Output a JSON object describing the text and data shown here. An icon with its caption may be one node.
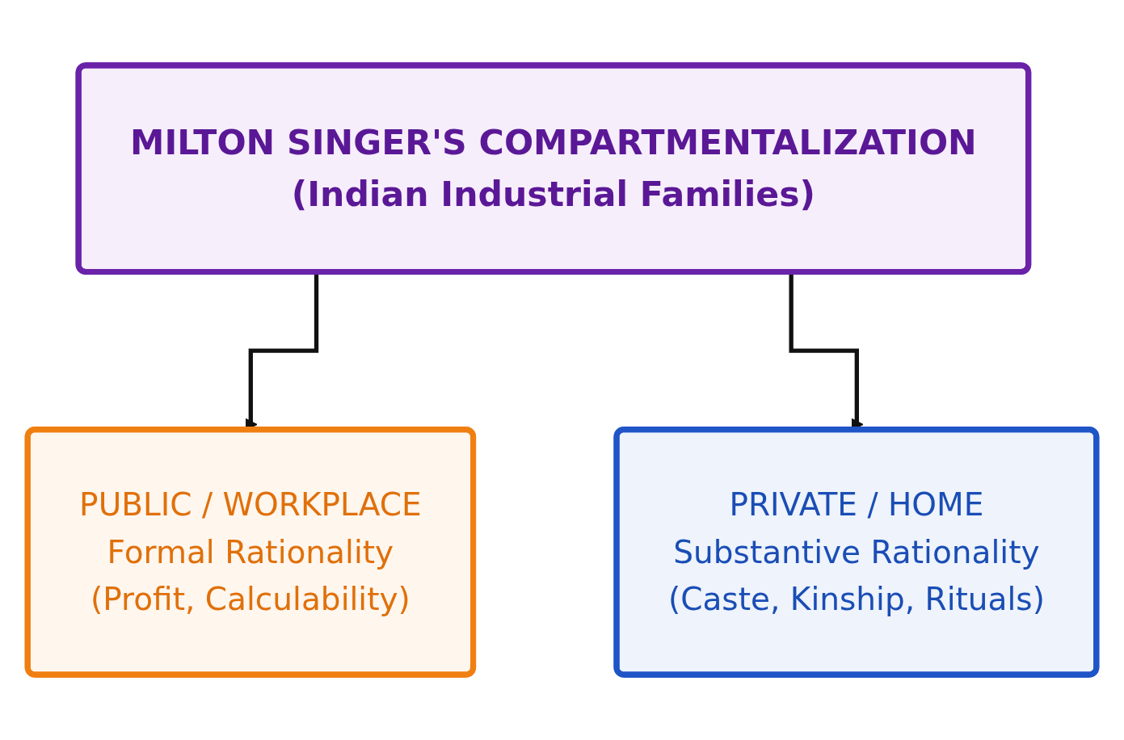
{
  "diagram": {
    "nodes": [
      {
        "text": [
          "MILTON SINGER'S COMPARTMENTALIZATION",
          "(Indian Industrial Families)"
        ]
      },
      {
        "text": [
          "PUBLIC / WORKPLACE",
          "Formal Rationality",
          "(Profit, Calculability)"
        ]
      },
      {
        "text": [
          "PRIVATE / HOME",
          "Substantive Rationality",
          "(Caste, Kinship, Rituals)"
        ]
      }
    ],
    "edges": [
      {
        "from": 0,
        "to": 1,
        "arrow": "to"
      },
      {
        "from": 0,
        "to": 2,
        "arrow": "to"
      }
    ]
  }
}
